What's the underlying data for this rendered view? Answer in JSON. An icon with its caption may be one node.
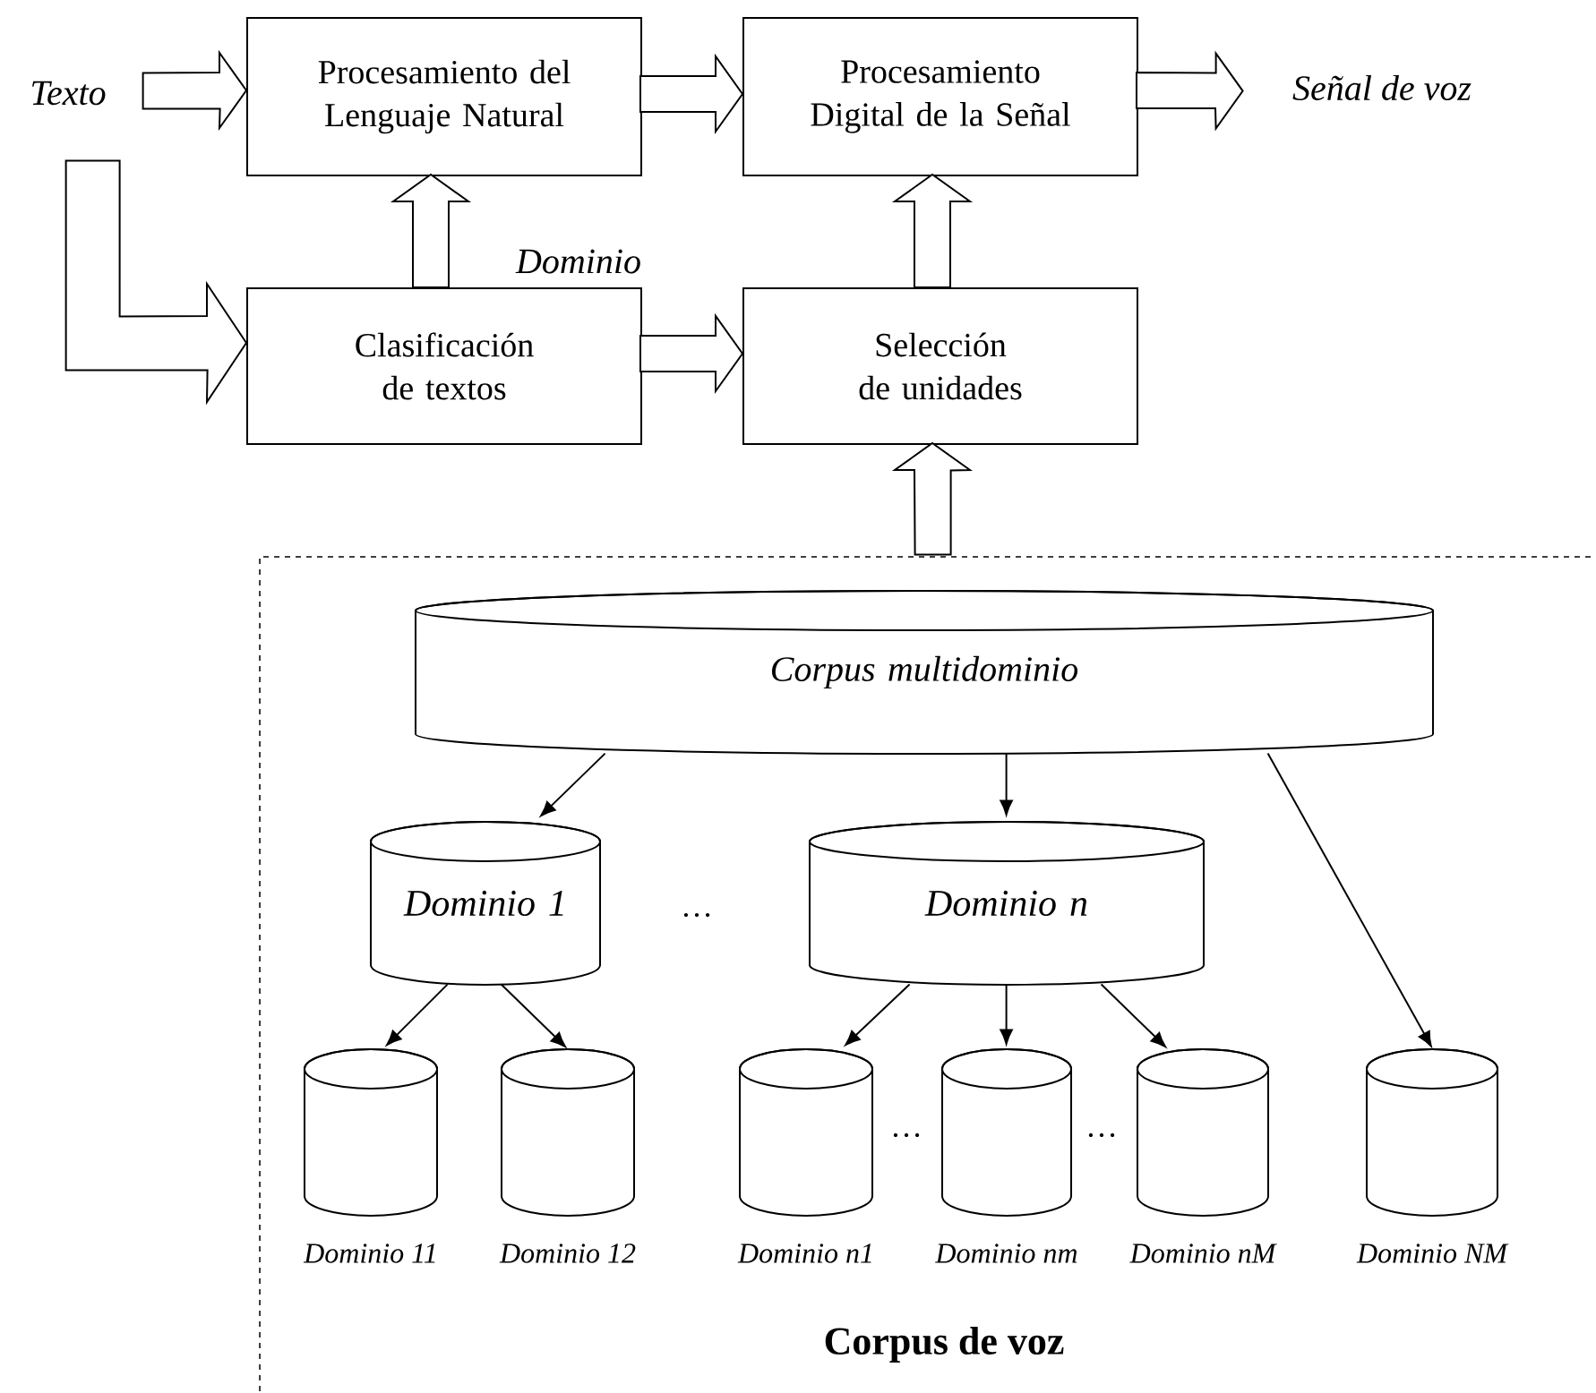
{
  "diagram": {
    "nodes": [
      {
        "text": [
          "Texto"
        ]
      },
      {
        "text": [
          "Procesamiento del Lenguaje Natural"
        ]
      },
      {
        "text": [
          "Procesamiento Digital de la Señal"
        ]
      },
      {
        "text": [
          "Señal de voz"
        ]
      },
      {
        "text": [
          "Clasificación de textos"
        ]
      },
      {
        "text": [
          "Selección de unidades"
        ]
      },
      {
        "text": [
          "Corpus de voz"
        ]
      },
      {
        "text": [
          "Corpus multidominio"
        ],
        "in": 6
      },
      {
        "text": [
          "Dominio 1"
        ],
        "in": 6
      },
      {
        "text": [
          "Dominio n"
        ],
        "in": 6
      },
      {
        "text": [],
        "shape": "cylinder",
        "beside": [
          "Dominio 11"
        ],
        "in": 6
      },
      {
        "text": [],
        "shape": "cylinder",
        "beside": [
          "Dominio 12"
        ],
        "in": 6
      },
      {
        "text": [],
        "shape": "cylinder",
        "beside": [
          "Dominio n1"
        ],
        "in": 6
      },
      {
        "text": [],
        "shape": "cylinder",
        "beside": [
          "Dominio nm"
        ],
        "in": 6
      },
      {
        "text": [],
        "shape": "cylinder",
        "beside": [
          "Dominio nM"
        ],
        "in": 6
      },
      {
        "text": [],
        "shape": "cylinder",
        "beside": [
          "Dominio NM"
        ],
        "in": 6
      }
    ],
    "edges": [
      {
        "from": 0,
        "to": 1,
        "arrow": "to",
        "style": "thick"
      },
      {
        "from": 0,
        "to": 4,
        "arrow": "to",
        "style": "thick"
      },
      {
        "from": 1,
        "to": 2,
        "arrow": "to",
        "style": "thick"
      },
      {
        "from": 2,
        "to": 3,
        "arrow": "to",
        "style": "thick"
      },
      {
        "from": 4,
        "to": 1,
        "arrow": "to",
        "style": "thick",
        "label": "Dominio"
      },
      {
        "from": 4,
        "to": 5,
        "arrow": "to",
        "style": "thick"
      },
      {
        "from": 5,
        "to": 2,
        "arrow": "to",
        "style": "thick"
      },
      {
        "from": 6,
        "to": 5,
        "arrow": "to",
        "style": "thick"
      },
      {
        "from": 7,
        "to": 8,
        "arrow": "to"
      },
      {
        "from": 7,
        "to": 9,
        "arrow": "to"
      },
      {
        "from": 7,
        "to": 15,
        "arrow": "to"
      },
      {
        "from": 8,
        "to": 10,
        "arrow": "to"
      },
      {
        "from": 8,
        "to": 11,
        "arrow": "to"
      },
      {
        "from": 9,
        "to": 12,
        "arrow": "to"
      },
      {
        "from": 9,
        "to": 13,
        "arrow": "to"
      },
      {
        "from": 9,
        "to": 14,
        "arrow": "to"
      }
    ],
    "labels": [
      "…",
      "…",
      "…"
    ]
  }
}
